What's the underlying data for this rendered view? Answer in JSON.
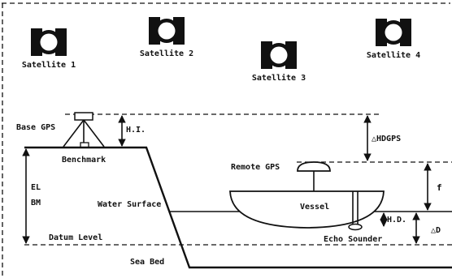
{
  "satellites": [
    {
      "label": "Satellite 1"
    },
    {
      "label": "Satellite 2"
    },
    {
      "label": "Satellite 3"
    },
    {
      "label": "Satellite 4"
    }
  ],
  "labels": {
    "base_gps": "Base GPS",
    "hi": "H.I.",
    "delta_hdgps": "△HDGPS",
    "benchmark": "Benchmark",
    "remote_gps": "Remote GPS",
    "f": "f",
    "el": "EL",
    "bm": "BM",
    "water_surface": "Water Surface",
    "vessel": "Vessel",
    "hd": "H.D.",
    "delta_d": "△D",
    "datum_level": "Datum Level",
    "echo_sounder": "Echo Sounder",
    "sea_bed": "Sea Bed"
  }
}
